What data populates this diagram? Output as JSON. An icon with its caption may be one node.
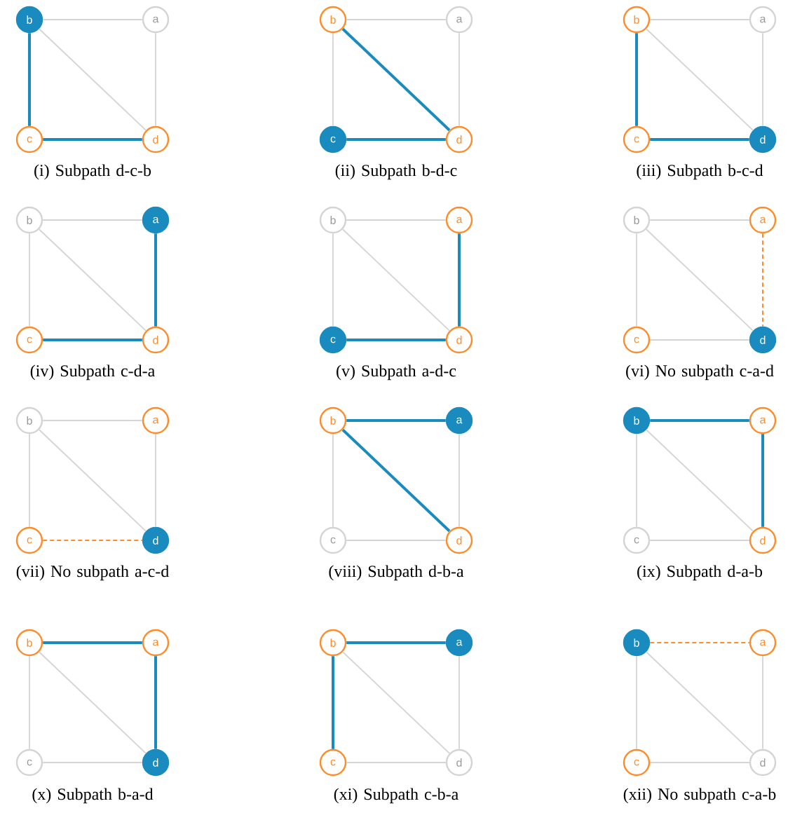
{
  "diagram": {
    "nodes": [
      {
        "text": [
          "b"
        ]
      },
      {
        "text": [
          "a"
        ]
      },
      {
        "text": [
          "c"
        ]
      },
      {
        "text": [
          "d"
        ]
      },
      {
        "text": [
          "b"
        ]
      },
      {
        "text": [
          "a"
        ]
      },
      {
        "text": [
          "c"
        ]
      },
      {
        "text": [
          "d"
        ]
      },
      {
        "text": [
          "b"
        ]
      },
      {
        "text": [
          "a"
        ]
      },
      {
        "text": [
          "c"
        ]
      },
      {
        "text": [
          "d"
        ]
      },
      {
        "text": [
          "b"
        ]
      },
      {
        "text": [
          "a"
        ]
      },
      {
        "text": [
          "c"
        ]
      },
      {
        "text": [
          "d"
        ]
      },
      {
        "text": [
          "b"
        ]
      },
      {
        "text": [
          "a"
        ]
      },
      {
        "text": [
          "c"
        ]
      },
      {
        "text": [
          "d"
        ]
      },
      {
        "text": [
          "b"
        ]
      },
      {
        "text": [
          "a"
        ]
      },
      {
        "text": [
          "c"
        ]
      },
      {
        "text": [
          "d"
        ]
      },
      {
        "text": [
          "b"
        ]
      },
      {
        "text": [
          "a"
        ]
      },
      {
        "text": [
          "c"
        ]
      },
      {
        "text": [
          "d"
        ]
      },
      {
        "text": [
          "b"
        ]
      },
      {
        "text": [
          "a"
        ]
      },
      {
        "text": [
          "c"
        ]
      },
      {
        "text": [
          "d"
        ]
      },
      {
        "text": [
          "b"
        ]
      },
      {
        "text": [
          "a"
        ]
      },
      {
        "text": [
          "c"
        ]
      },
      {
        "text": [
          "d"
        ]
      },
      {
        "text": [
          "b"
        ]
      },
      {
        "text": [
          "a"
        ]
      },
      {
        "text": [
          "c"
        ]
      },
      {
        "text": [
          "d"
        ]
      },
      {
        "text": [
          "b"
        ]
      },
      {
        "text": [
          "a"
        ]
      },
      {
        "text": [
          "c"
        ]
      },
      {
        "text": [
          "d"
        ]
      },
      {
        "text": [
          "b"
        ]
      },
      {
        "text": [
          "a"
        ]
      },
      {
        "text": [
          "c"
        ]
      },
      {
        "text": [
          "d"
        ]
      }
    ],
    "edges": [
      {
        "from": 0,
        "to": 1,
        "arrow": "none"
      },
      {
        "from": 0,
        "to": 2,
        "arrow": "none",
        "style": "thick",
        "color": "#1a8bbf"
      },
      {
        "from": 0,
        "to": 3,
        "arrow": "none"
      },
      {
        "from": 1,
        "to": 3,
        "arrow": "none"
      },
      {
        "from": 2,
        "to": 3,
        "arrow": "none",
        "style": "thick",
        "color": "#1a8bbf"
      },
      {
        "from": 4,
        "to": 5,
        "arrow": "none"
      },
      {
        "from": 4,
        "to": 6,
        "arrow": "none"
      },
      {
        "from": 4,
        "to": 7,
        "arrow": "none",
        "style": "thick",
        "color": "#1a8bbf"
      },
      {
        "from": 5,
        "to": 7,
        "arrow": "none"
      },
      {
        "from": 6,
        "to": 7,
        "arrow": "none",
        "style": "thick",
        "color": "#1a8bbf"
      },
      {
        "from": 8,
        "to": 9,
        "arrow": "none"
      },
      {
        "from": 8,
        "to": 10,
        "arrow": "none",
        "style": "thick",
        "color": "#1a8bbf"
      },
      {
        "from": 8,
        "to": 11,
        "arrow": "none"
      },
      {
        "from": 9,
        "to": 11,
        "arrow": "none"
      },
      {
        "from": 10,
        "to": 11,
        "arrow": "none",
        "style": "thick",
        "color": "#1a8bbf"
      },
      {
        "from": 12,
        "to": 13,
        "arrow": "none"
      },
      {
        "from": 12,
        "to": 14,
        "arrow": "none"
      },
      {
        "from": 12,
        "to": 15,
        "arrow": "none"
      },
      {
        "from": 13,
        "to": 15,
        "arrow": "none",
        "style": "thick",
        "color": "#1a8bbf"
      },
      {
        "from": 14,
        "to": 15,
        "arrow": "none",
        "style": "thick",
        "color": "#1a8bbf"
      },
      {
        "from": 16,
        "to": 17,
        "arrow": "none"
      },
      {
        "from": 16,
        "to": 18,
        "arrow": "none"
      },
      {
        "from": 16,
        "to": 19,
        "arrow": "none"
      },
      {
        "from": 17,
        "to": 19,
        "arrow": "none",
        "style": "thick",
        "color": "#1a8bbf"
      },
      {
        "from": 18,
        "to": 19,
        "arrow": "none",
        "style": "thick",
        "color": "#1a8bbf"
      },
      {
        "from": 20,
        "to": 21,
        "arrow": "none"
      },
      {
        "from": 20,
        "to": 22,
        "arrow": "none"
      },
      {
        "from": 20,
        "to": 23,
        "arrow": "none"
      },
      {
        "from": 21,
        "to": 23,
        "arrow": "none",
        "style": "dashed",
        "color": "#ff8c2a"
      },
      {
        "from": 22,
        "to": 23,
        "arrow": "none"
      },
      {
        "from": 24,
        "to": 25,
        "arrow": "none"
      },
      {
        "from": 24,
        "to": 26,
        "arrow": "none"
      },
      {
        "from": 24,
        "to": 27,
        "arrow": "none"
      },
      {
        "from": 25,
        "to": 27,
        "arrow": "none"
      },
      {
        "from": 26,
        "to": 27,
        "arrow": "none",
        "style": "dashed",
        "color": "#ff8c2a"
      },
      {
        "from": 28,
        "to": 29,
        "arrow": "none",
        "style": "thick",
        "color": "#1a8bbf"
      },
      {
        "from": 28,
        "to": 30,
        "arrow": "none"
      },
      {
        "from": 28,
        "to": 31,
        "arrow": "none",
        "style": "thick",
        "color": "#1a8bbf"
      },
      {
        "from": 29,
        "to": 31,
        "arrow": "none"
      },
      {
        "from": 30,
        "to": 31,
        "arrow": "none"
      },
      {
        "from": 32,
        "to": 33,
        "arrow": "none",
        "style": "thick",
        "color": "#1a8bbf"
      },
      {
        "from": 32,
        "to": 34,
        "arrow": "none"
      },
      {
        "from": 32,
        "to": 35,
        "arrow": "none"
      },
      {
        "from": 33,
        "to": 35,
        "arrow": "none",
        "style": "thick",
        "color": "#1a8bbf"
      },
      {
        "from": 34,
        "to": 35,
        "arrow": "none"
      },
      {
        "from": 36,
        "to": 37,
        "arrow": "none",
        "style": "thick",
        "color": "#1a8bbf"
      },
      {
        "from": 36,
        "to": 38,
        "arrow": "none"
      },
      {
        "from": 36,
        "to": 39,
        "arrow": "none"
      },
      {
        "from": 37,
        "to": 39,
        "arrow": "none",
        "style": "thick",
        "color": "#1a8bbf"
      },
      {
        "from": 38,
        "to": 39,
        "arrow": "none"
      },
      {
        "from": 40,
        "to": 41,
        "arrow": "none",
        "style": "thick",
        "color": "#1a8bbf"
      },
      {
        "from": 40,
        "to": 42,
        "arrow": "none",
        "style": "thick",
        "color": "#1a8bbf"
      },
      {
        "from": 40,
        "to": 43,
        "arrow": "none"
      },
      {
        "from": 41,
        "to": 43,
        "arrow": "none"
      },
      {
        "from": 42,
        "to": 43,
        "arrow": "none"
      },
      {
        "from": 44,
        "to": 45,
        "arrow": "none",
        "style": "dashed",
        "color": "#ff8c2a"
      },
      {
        "from": 44,
        "to": 46,
        "arrow": "none"
      },
      {
        "from": 44,
        "to": 47,
        "arrow": "none"
      },
      {
        "from": 45,
        "to": 47,
        "arrow": "none"
      },
      {
        "from": 46,
        "to": 47,
        "arrow": "none"
      }
    ],
    "labels": [
      "(i) Subpath d-c-b",
      "(ii) Subpath b-d-c",
      "(iii) Subpath b-c-d",
      "(iv) Subpath c-d-a",
      "(v) Subpath a-d-c",
      "(vi) No subpath c-a-d",
      "(vii) No subpath a-c-d",
      "(viii) Subpath d-b-a",
      "(ix) Subpath d-a-b",
      "(x) Subpath b-a-d",
      "(xi) Subpath c-b-a",
      "(xii) No subpath c-a-b"
    ]
  }
}
